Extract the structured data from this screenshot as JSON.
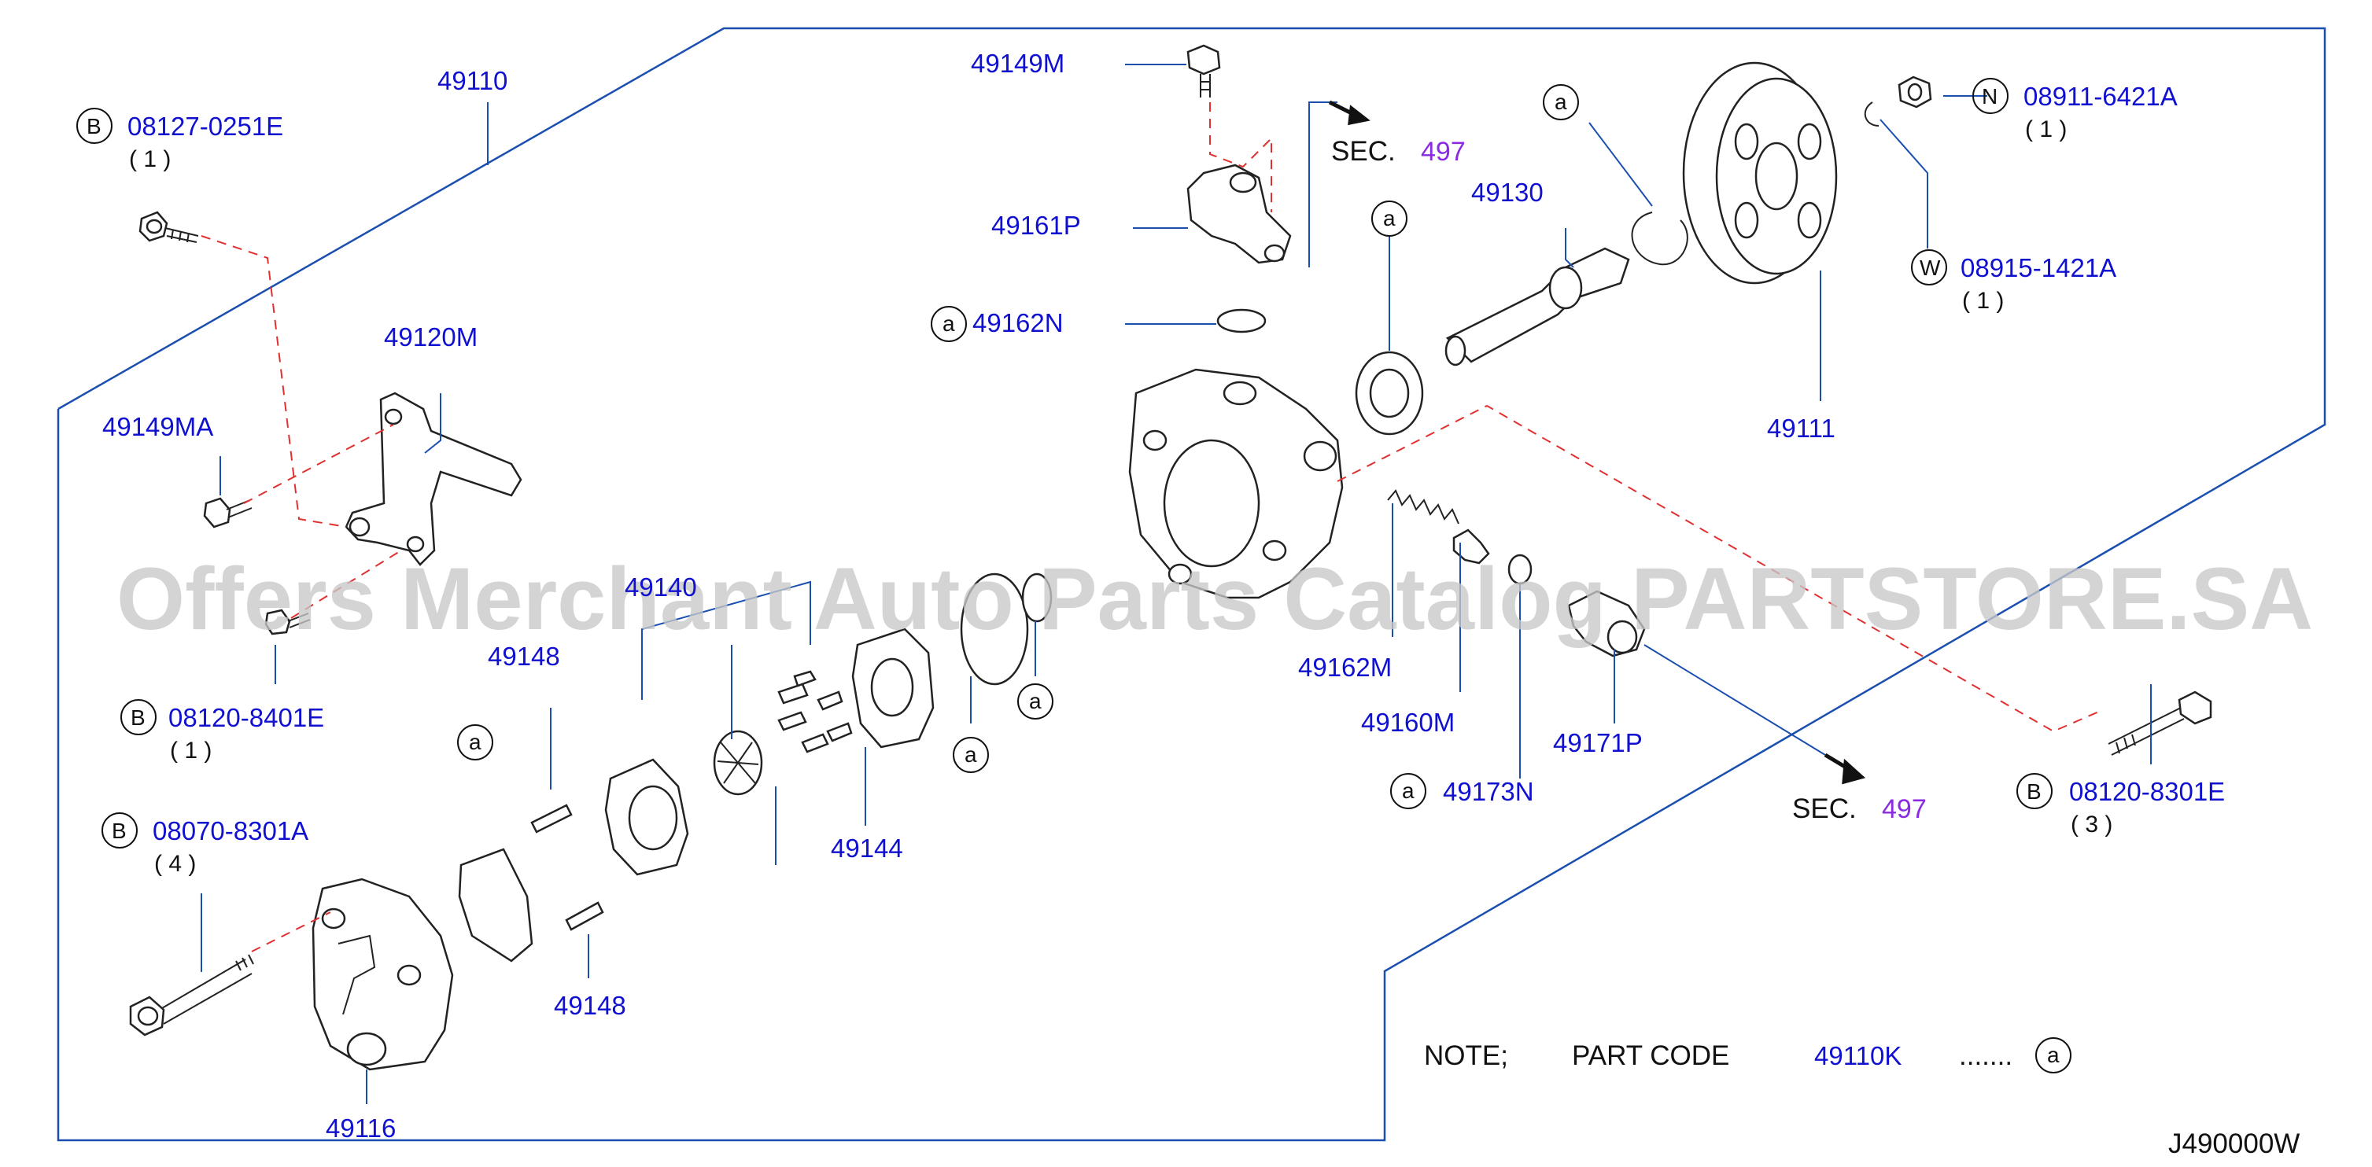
{
  "watermark": "Offers Merchant Auto Parts Catalog PARTSTORE.SA",
  "diagram_code": "J490000W",
  "note": {
    "prefix": "NOTE;",
    "part_code_label": "PART  CODE",
    "part_code": "49110K",
    "dots": ".......",
    "marker": "a"
  },
  "sec_refs": [
    {
      "label": "SEC.",
      "number": "497"
    },
    {
      "label": "SEC.",
      "number": "497"
    }
  ],
  "callouts": {
    "p49110": "49110",
    "p49120M": "49120M",
    "p49149MA": "49149MA",
    "p49149M": "49149M",
    "p49161P": "49161P",
    "p49162N": "49162N",
    "p49130": "49130",
    "p49111": "49111",
    "p49140": "49140",
    "p49148a": "49148",
    "p49148b": "49148",
    "p49144": "49144",
    "p49162M": "49162M",
    "p49160M": "49160M",
    "p49173N": "49173N",
    "p49171P": "49171P",
    "p49116": "49116"
  },
  "fasteners": [
    {
      "prefix": "B",
      "code": "08127-0251E",
      "qty": "( 1 )"
    },
    {
      "prefix": "B",
      "code": "08120-8401E",
      "qty": "( 1 )"
    },
    {
      "prefix": "B",
      "code": "08070-8301A",
      "qty": "( 4 )"
    },
    {
      "prefix": "N",
      "code": "08911-6421A",
      "qty": "( 1 )"
    },
    {
      "prefix": "W",
      "code": "08915-1421A",
      "qty": "(  1  )"
    },
    {
      "prefix": "B",
      "code": "08120-8301E",
      "qty": "( 3 )"
    }
  ],
  "markers": {
    "a": "a"
  },
  "colors": {
    "callout_text": "#1010d0",
    "leader_line": "#1a4fb0",
    "dashed_line": "#e03030",
    "sec_number": "#8a2be2",
    "watermark": "#c8c8c8"
  }
}
